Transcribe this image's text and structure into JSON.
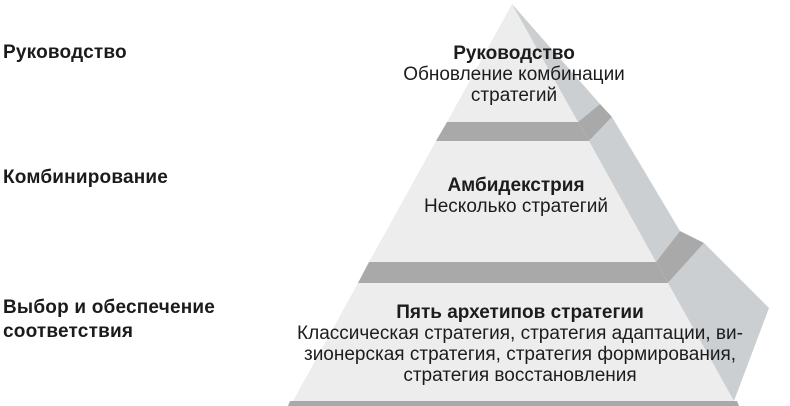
{
  "colors": {
    "background": "#ffffff",
    "front_face": "#ededed",
    "side_face": "#cbcfd2",
    "band": "#a9a9a9",
    "text": "#1b1b1b"
  },
  "left_labels": [
    {
      "lines": [
        "Руководство"
      ]
    },
    {
      "lines": [
        "Комбинирование"
      ]
    },
    {
      "lines": [
        "Выбор и обеспечение",
        "соответствия"
      ]
    }
  ],
  "pyramid": {
    "tiers": [
      {
        "title": "Руководство",
        "desc_lines": [
          "Обновление комбинации",
          "стратегий"
        ]
      },
      {
        "title": "Амбидекстрия",
        "desc_lines": [
          "Несколько стратегий"
        ]
      },
      {
        "title": "Пять архетипов стратегии",
        "desc_lines": [
          "Классическая стратегия, стратегия адаптации, ви-",
          "зионерская стратегия, стратегия формирования,",
          "стратегия восстановления"
        ]
      }
    ]
  }
}
